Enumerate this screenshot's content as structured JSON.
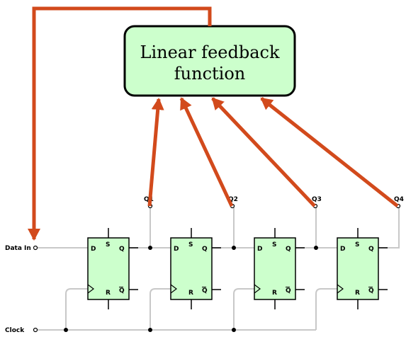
{
  "feedback": {
    "line1": "Linear feedback",
    "line2": "function"
  },
  "inputs": {
    "data_in": "Data In",
    "clock": "Clock"
  },
  "outputs": [
    "Q1",
    "Q2",
    "Q3",
    "Q4"
  ],
  "flipflop_pins": {
    "d": "D",
    "s": "S",
    "q": "Q",
    "r": "R",
    "qbar": "Q"
  },
  "colors": {
    "feedback_box_fill": "#ccffcc",
    "flipflop_fill": "#ccffcc",
    "arrow": "#d24a1c",
    "wire": "#c8c8c8"
  }
}
